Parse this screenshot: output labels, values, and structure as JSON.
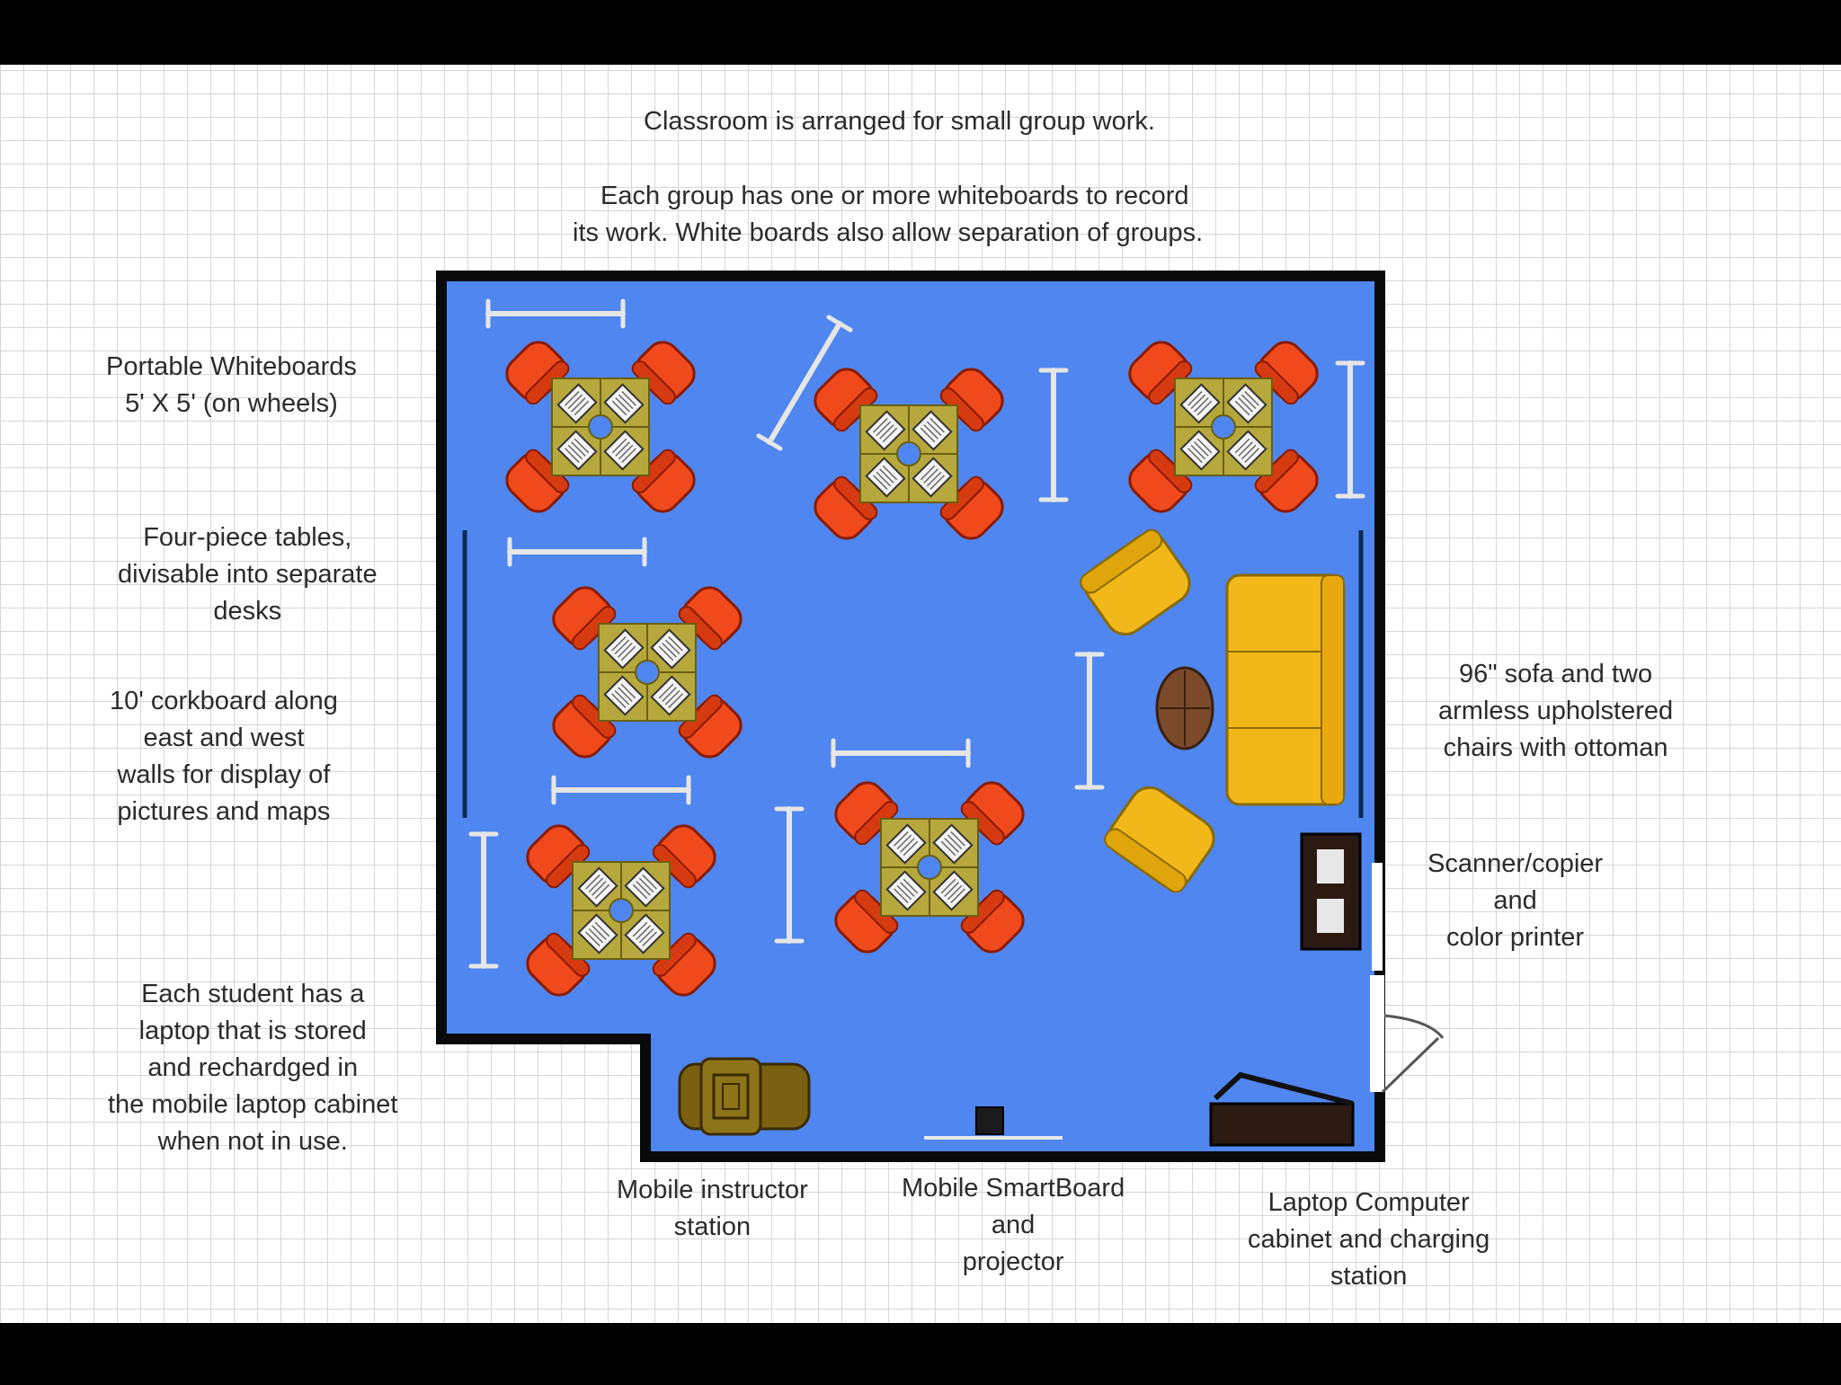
{
  "header": {
    "line1": "Classroom is arranged for small group work.",
    "line2a": "Each group has one or more whiteboards to record",
    "line2b": "its work.  White boards also allow separation of groups."
  },
  "labels": {
    "whiteboards": [
      "Portable Whiteboards",
      "5' X 5' (on wheels)"
    ],
    "tables": [
      "Four-piece tables,",
      "divisable into separate",
      "desks"
    ],
    "corkboard": [
      "10' corkboard along",
      "east and west",
      "walls for display of",
      "pictures and maps"
    ],
    "laptops": [
      "Each student has a",
      "laptop that is stored",
      "and rechardged in",
      "the mobile laptop cabinet",
      "when not in use."
    ],
    "instructor": [
      "Mobile instructor",
      "station"
    ],
    "smartboard": [
      "Mobile SmartBoard",
      "and",
      "projector"
    ],
    "laptop_cabinet": [
      "Laptop Computer",
      "cabinet and charging",
      "station"
    ],
    "sofa": [
      "96\" sofa and two",
      "armless upholstered",
      "chairs with ottoman"
    ],
    "scanner": [
      "Scanner/copier",
      "and",
      "color printer"
    ]
  },
  "colors": {
    "floor": "#4f86f0",
    "wall": "#0a0a0a",
    "chair": "#f04a1c",
    "table": "#b6a83c",
    "sofa": "#f2b81a",
    "ottoman": "#7a4a2a",
    "grid": "#d8d8d8"
  }
}
